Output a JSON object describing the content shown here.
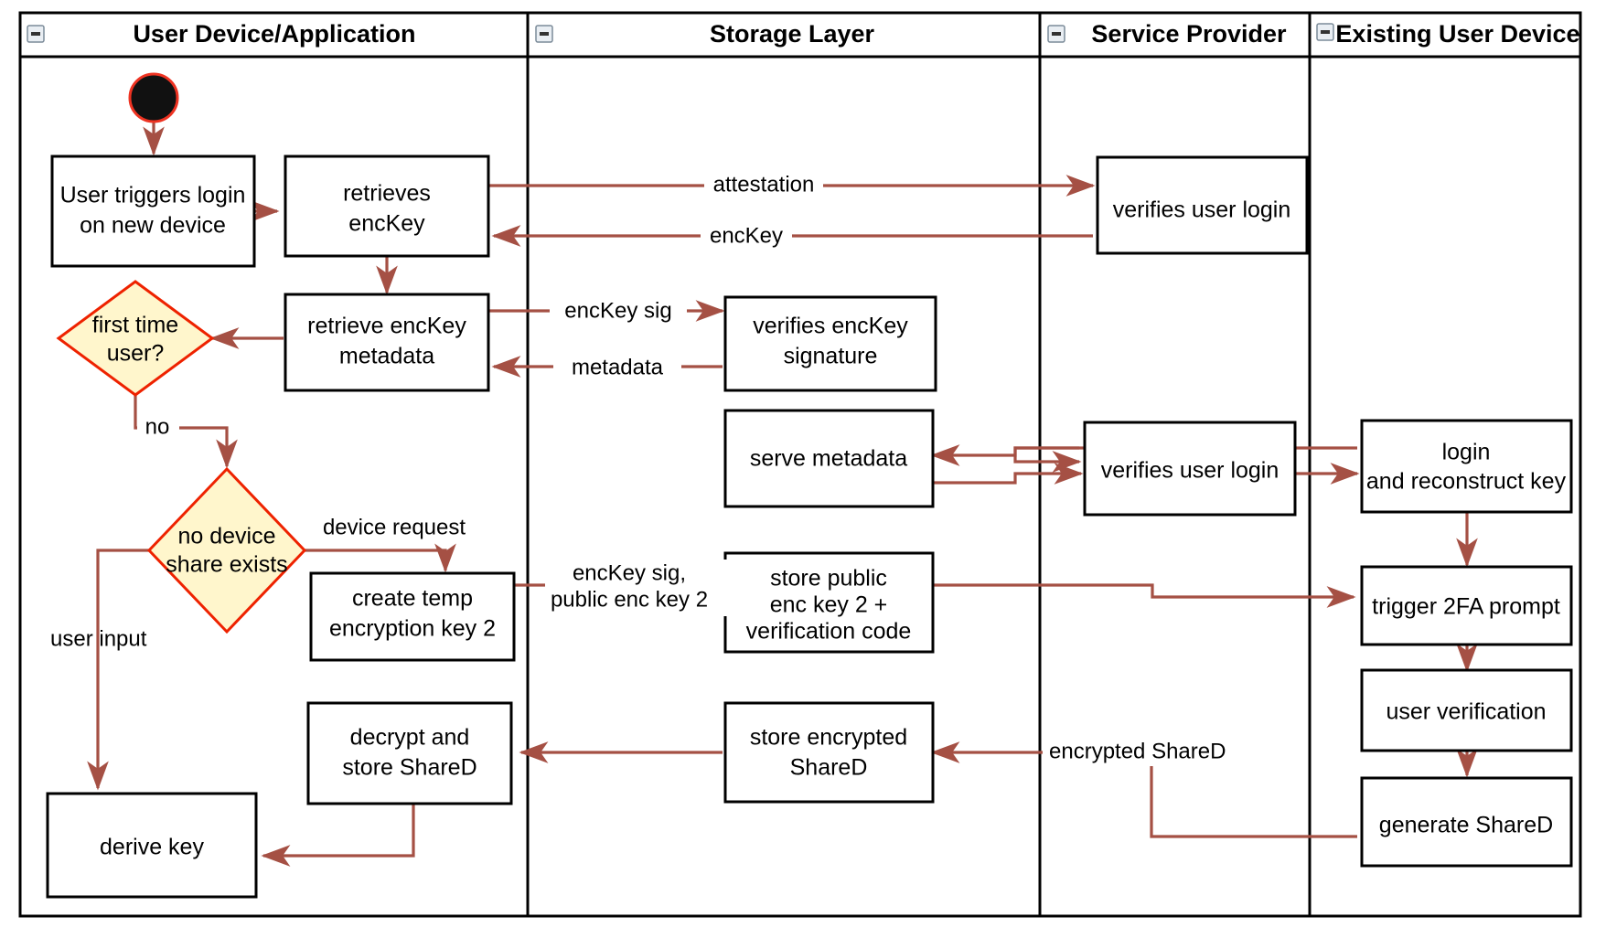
{
  "diagram": {
    "type": "uml-activity-swimlane",
    "colors": {
      "flow_arrow": "#a55044",
      "decision_fill": "#fff6cc",
      "decision_stroke": "#ee2200",
      "node_fill": "#ffffff",
      "node_stroke": "#000000",
      "start_node_fill": "#111111",
      "start_node_stroke": "#ee3322"
    },
    "lanes": [
      {
        "id": "lane-user-device",
        "title": "User Device/Application",
        "collapse_icon": "minus-collapse-icon"
      },
      {
        "id": "lane-storage",
        "title": "Storage Layer",
        "collapse_icon": "minus-collapse-icon"
      },
      {
        "id": "lane-service-provider",
        "title": "Service Provider",
        "collapse_icon": "minus-collapse-icon"
      },
      {
        "id": "lane-existing-device",
        "title": "Existing User Device",
        "collapse_icon": "minus-collapse-icon"
      }
    ],
    "nodes": [
      {
        "id": "start",
        "kind": "initial-node",
        "lane": "lane-user-device",
        "label": ""
      },
      {
        "id": "n-trigger-login",
        "kind": "activity",
        "lane": "lane-user-device",
        "line1": "User triggers login",
        "line2": "on new device"
      },
      {
        "id": "n-retrieves-enckey",
        "kind": "activity",
        "lane": "lane-user-device",
        "line1": "retrieves",
        "line2": "encKey"
      },
      {
        "id": "n-retrieve-metadata",
        "kind": "activity",
        "lane": "lane-user-device",
        "line1": "retrieve encKey",
        "line2": "metadata"
      },
      {
        "id": "d-first-time-user",
        "kind": "decision",
        "lane": "lane-user-device",
        "line1": "first time",
        "line2": "user?"
      },
      {
        "id": "d-no-device-share",
        "kind": "decision",
        "lane": "lane-user-device",
        "line1": "no device",
        "line2": "share exists"
      },
      {
        "id": "n-create-temp-key",
        "kind": "activity",
        "lane": "lane-user-device",
        "line1": "create temp",
        "line2": "encryption key 2"
      },
      {
        "id": "n-decrypt-store-shared",
        "kind": "activity",
        "lane": "lane-user-device",
        "line1": "decrypt and",
        "line2": "store ShareD"
      },
      {
        "id": "n-derive-key",
        "kind": "activity",
        "lane": "lane-user-device",
        "line1": "derive key",
        "line2": ""
      },
      {
        "id": "n-verifies-enckey-sig",
        "kind": "activity",
        "lane": "lane-storage",
        "line1": "verifies encKey",
        "line2": "signature"
      },
      {
        "id": "n-serve-metadata",
        "kind": "activity",
        "lane": "lane-storage",
        "line1": "serve metadata",
        "line2": ""
      },
      {
        "id": "n-store-public-key",
        "kind": "activity",
        "lane": "lane-storage",
        "line1": "store public",
        "line2": "enc key 2 +",
        "line3": "verification code"
      },
      {
        "id": "n-store-encrypted-shared",
        "kind": "activity",
        "lane": "lane-storage",
        "line1": "store encrypted",
        "line2": "ShareD"
      },
      {
        "id": "n-verifies-login-1",
        "kind": "activity",
        "lane": "lane-service-provider",
        "line1": "verifies user login",
        "line2": ""
      },
      {
        "id": "n-verifies-login-2",
        "kind": "activity",
        "lane": "lane-service-provider",
        "line1": "verifies user login",
        "line2": ""
      },
      {
        "id": "n-login-reconstruct",
        "kind": "activity",
        "lane": "lane-existing-device",
        "line1": "login",
        "line2": "and reconstruct key"
      },
      {
        "id": "n-trigger-2fa",
        "kind": "activity",
        "lane": "lane-existing-device",
        "line1": "trigger 2FA prompt",
        "line2": ""
      },
      {
        "id": "n-user-verification",
        "kind": "activity",
        "lane": "lane-existing-device",
        "line1": "user verification",
        "line2": ""
      },
      {
        "id": "n-generate-shared",
        "kind": "activity",
        "lane": "lane-existing-device",
        "line1": "generate ShareD",
        "line2": ""
      }
    ],
    "edge_labels": [
      {
        "id": "lbl-attestation",
        "text": "attestation"
      },
      {
        "id": "lbl-enckey",
        "text": "encKey"
      },
      {
        "id": "lbl-enckey-sig",
        "text": "encKey sig"
      },
      {
        "id": "lbl-metadata",
        "text": "metadata"
      },
      {
        "id": "lbl-no",
        "text": "no"
      },
      {
        "id": "lbl-device-request",
        "text": "device request"
      },
      {
        "id": "lbl-user-input",
        "text": "user input"
      },
      {
        "id": "lbl-enckey-sig-pubkey-1",
        "text": "encKey sig,"
      },
      {
        "id": "lbl-enckey-sig-pubkey-2",
        "text": "public enc key 2"
      },
      {
        "id": "lbl-encrypted-shared",
        "text": "encrypted ShareD"
      }
    ]
  }
}
